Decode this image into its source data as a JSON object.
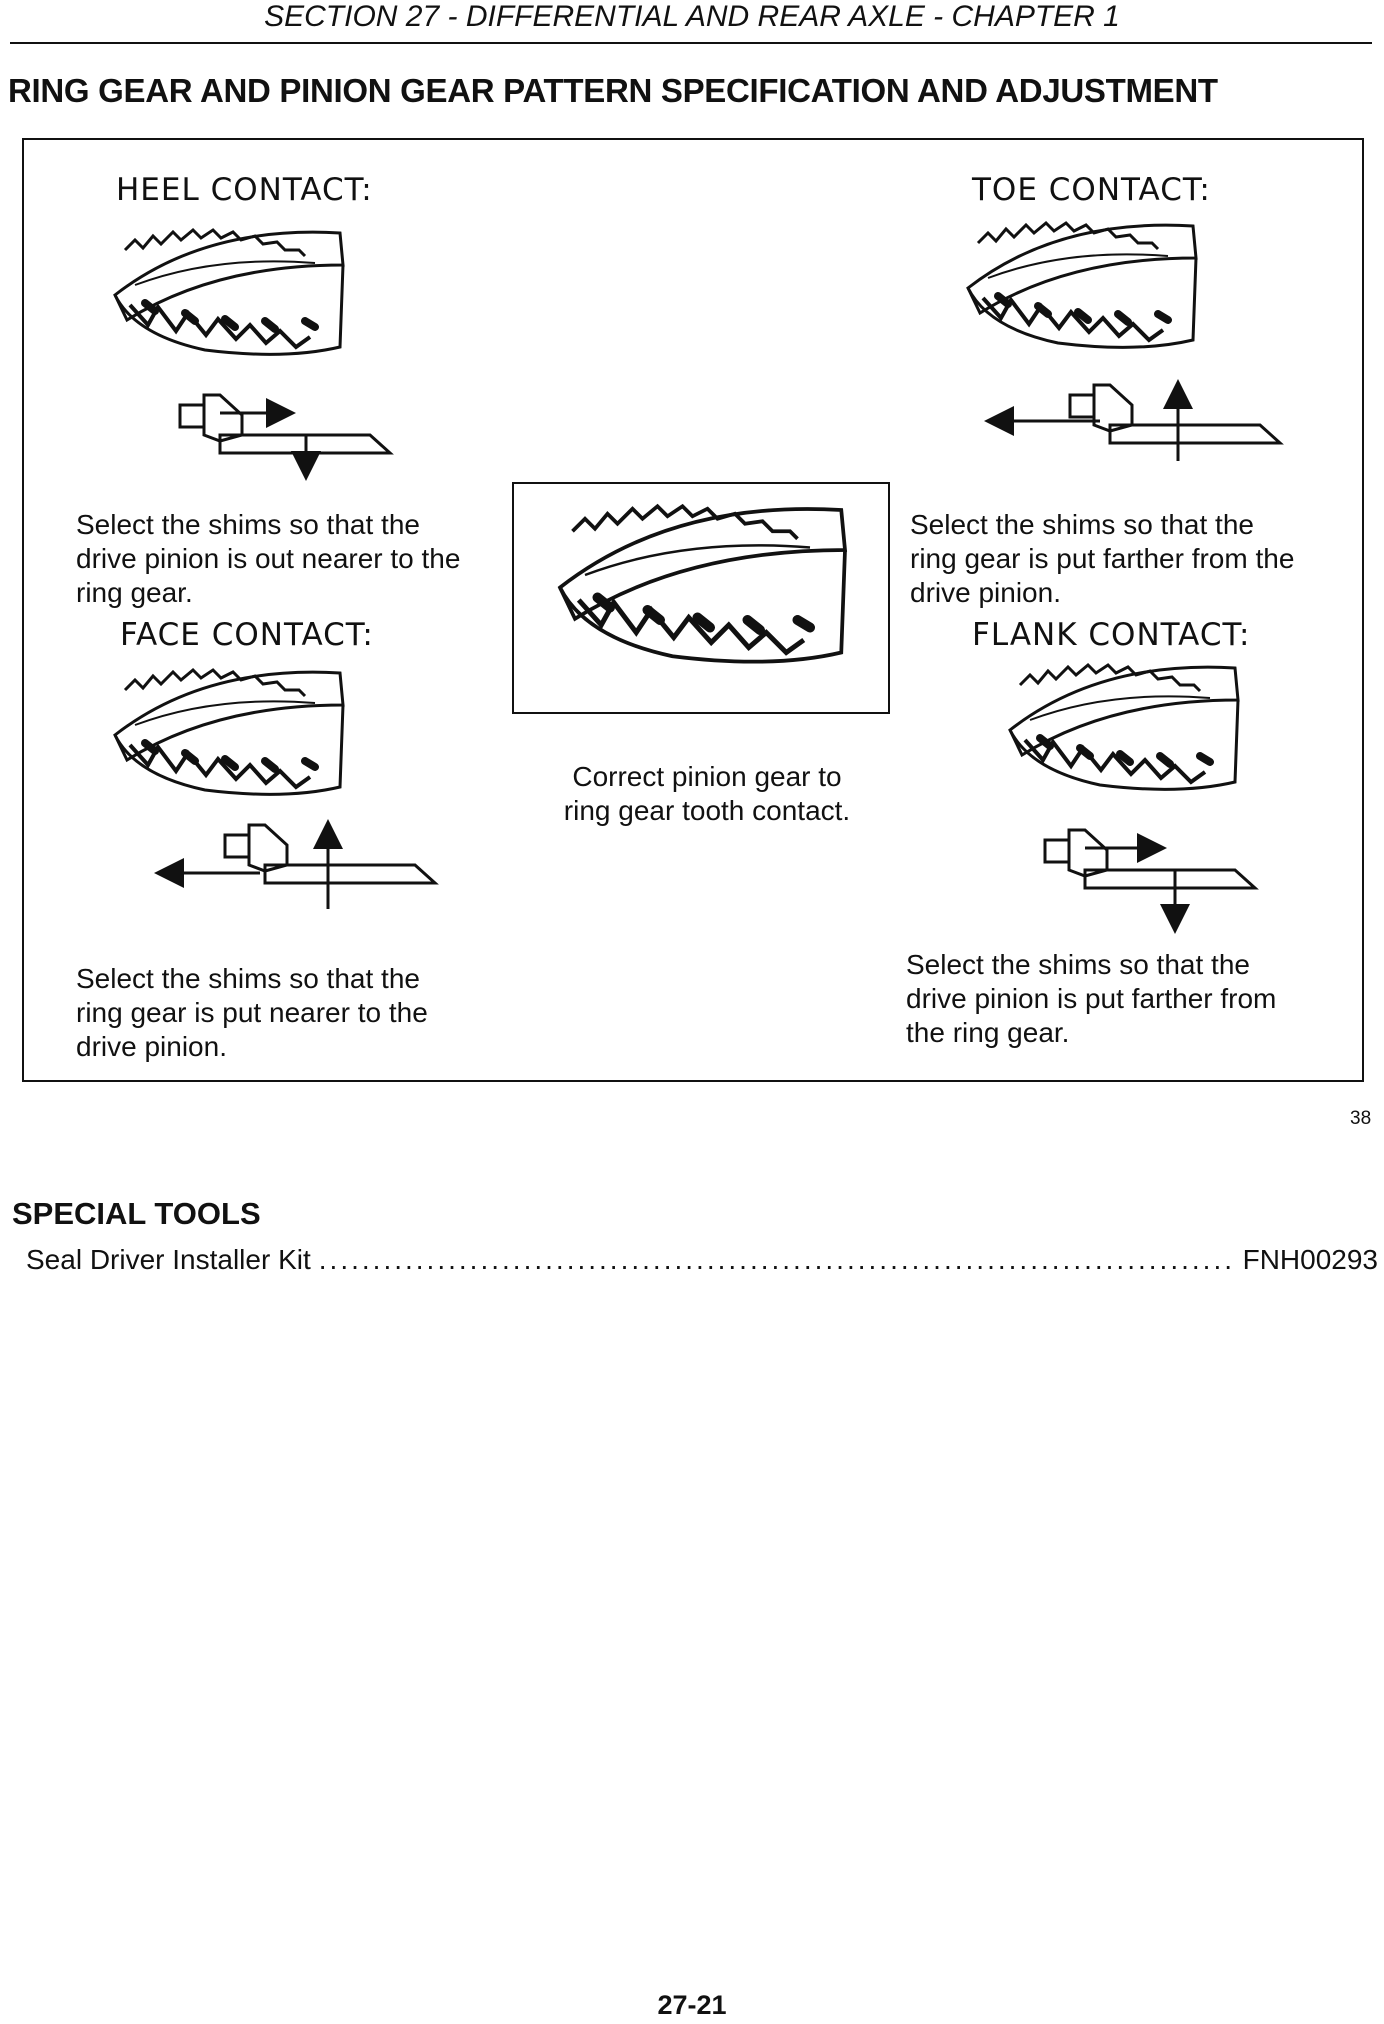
{
  "header": {
    "section": "SECTION 27 - DIFFERENTIAL AND REAR AXLE - CHAPTER 1"
  },
  "title": "RING GEAR AND PINION GEAR PATTERN SPECIFICATION AND ADJUSTMENT",
  "figure": {
    "heel": {
      "label": "HEEL CONTACT:",
      "line1": "Select the shims so that the",
      "line2": "drive pinion is out nearer to the",
      "line3": "ring gear."
    },
    "toe": {
      "label": "TOE CONTACT:",
      "line1": "Select the shims so that the",
      "line2": "ring gear is put farther from the",
      "line3": "drive pinion."
    },
    "face": {
      "label": "FACE CONTACT:",
      "line1": "Select the shims so that the",
      "line2": "ring gear is put nearer to the",
      "line3": "drive pinion."
    },
    "flank": {
      "label": "FLANK CONTACT:",
      "line1": "Select the shims so that the",
      "line2": "drive pinion is put farther from",
      "line3": "the ring gear."
    },
    "correct": {
      "line1": "Correct pinion gear to",
      "line2": "ring gear tooth contact."
    },
    "number": "38"
  },
  "special_tools": {
    "title": "SPECIAL TOOLS",
    "items": [
      {
        "name": "Seal Driver Installer Kit",
        "dots": "........................................................................................................",
        "part": "FNH00293"
      }
    ]
  },
  "page_number": "27-21"
}
